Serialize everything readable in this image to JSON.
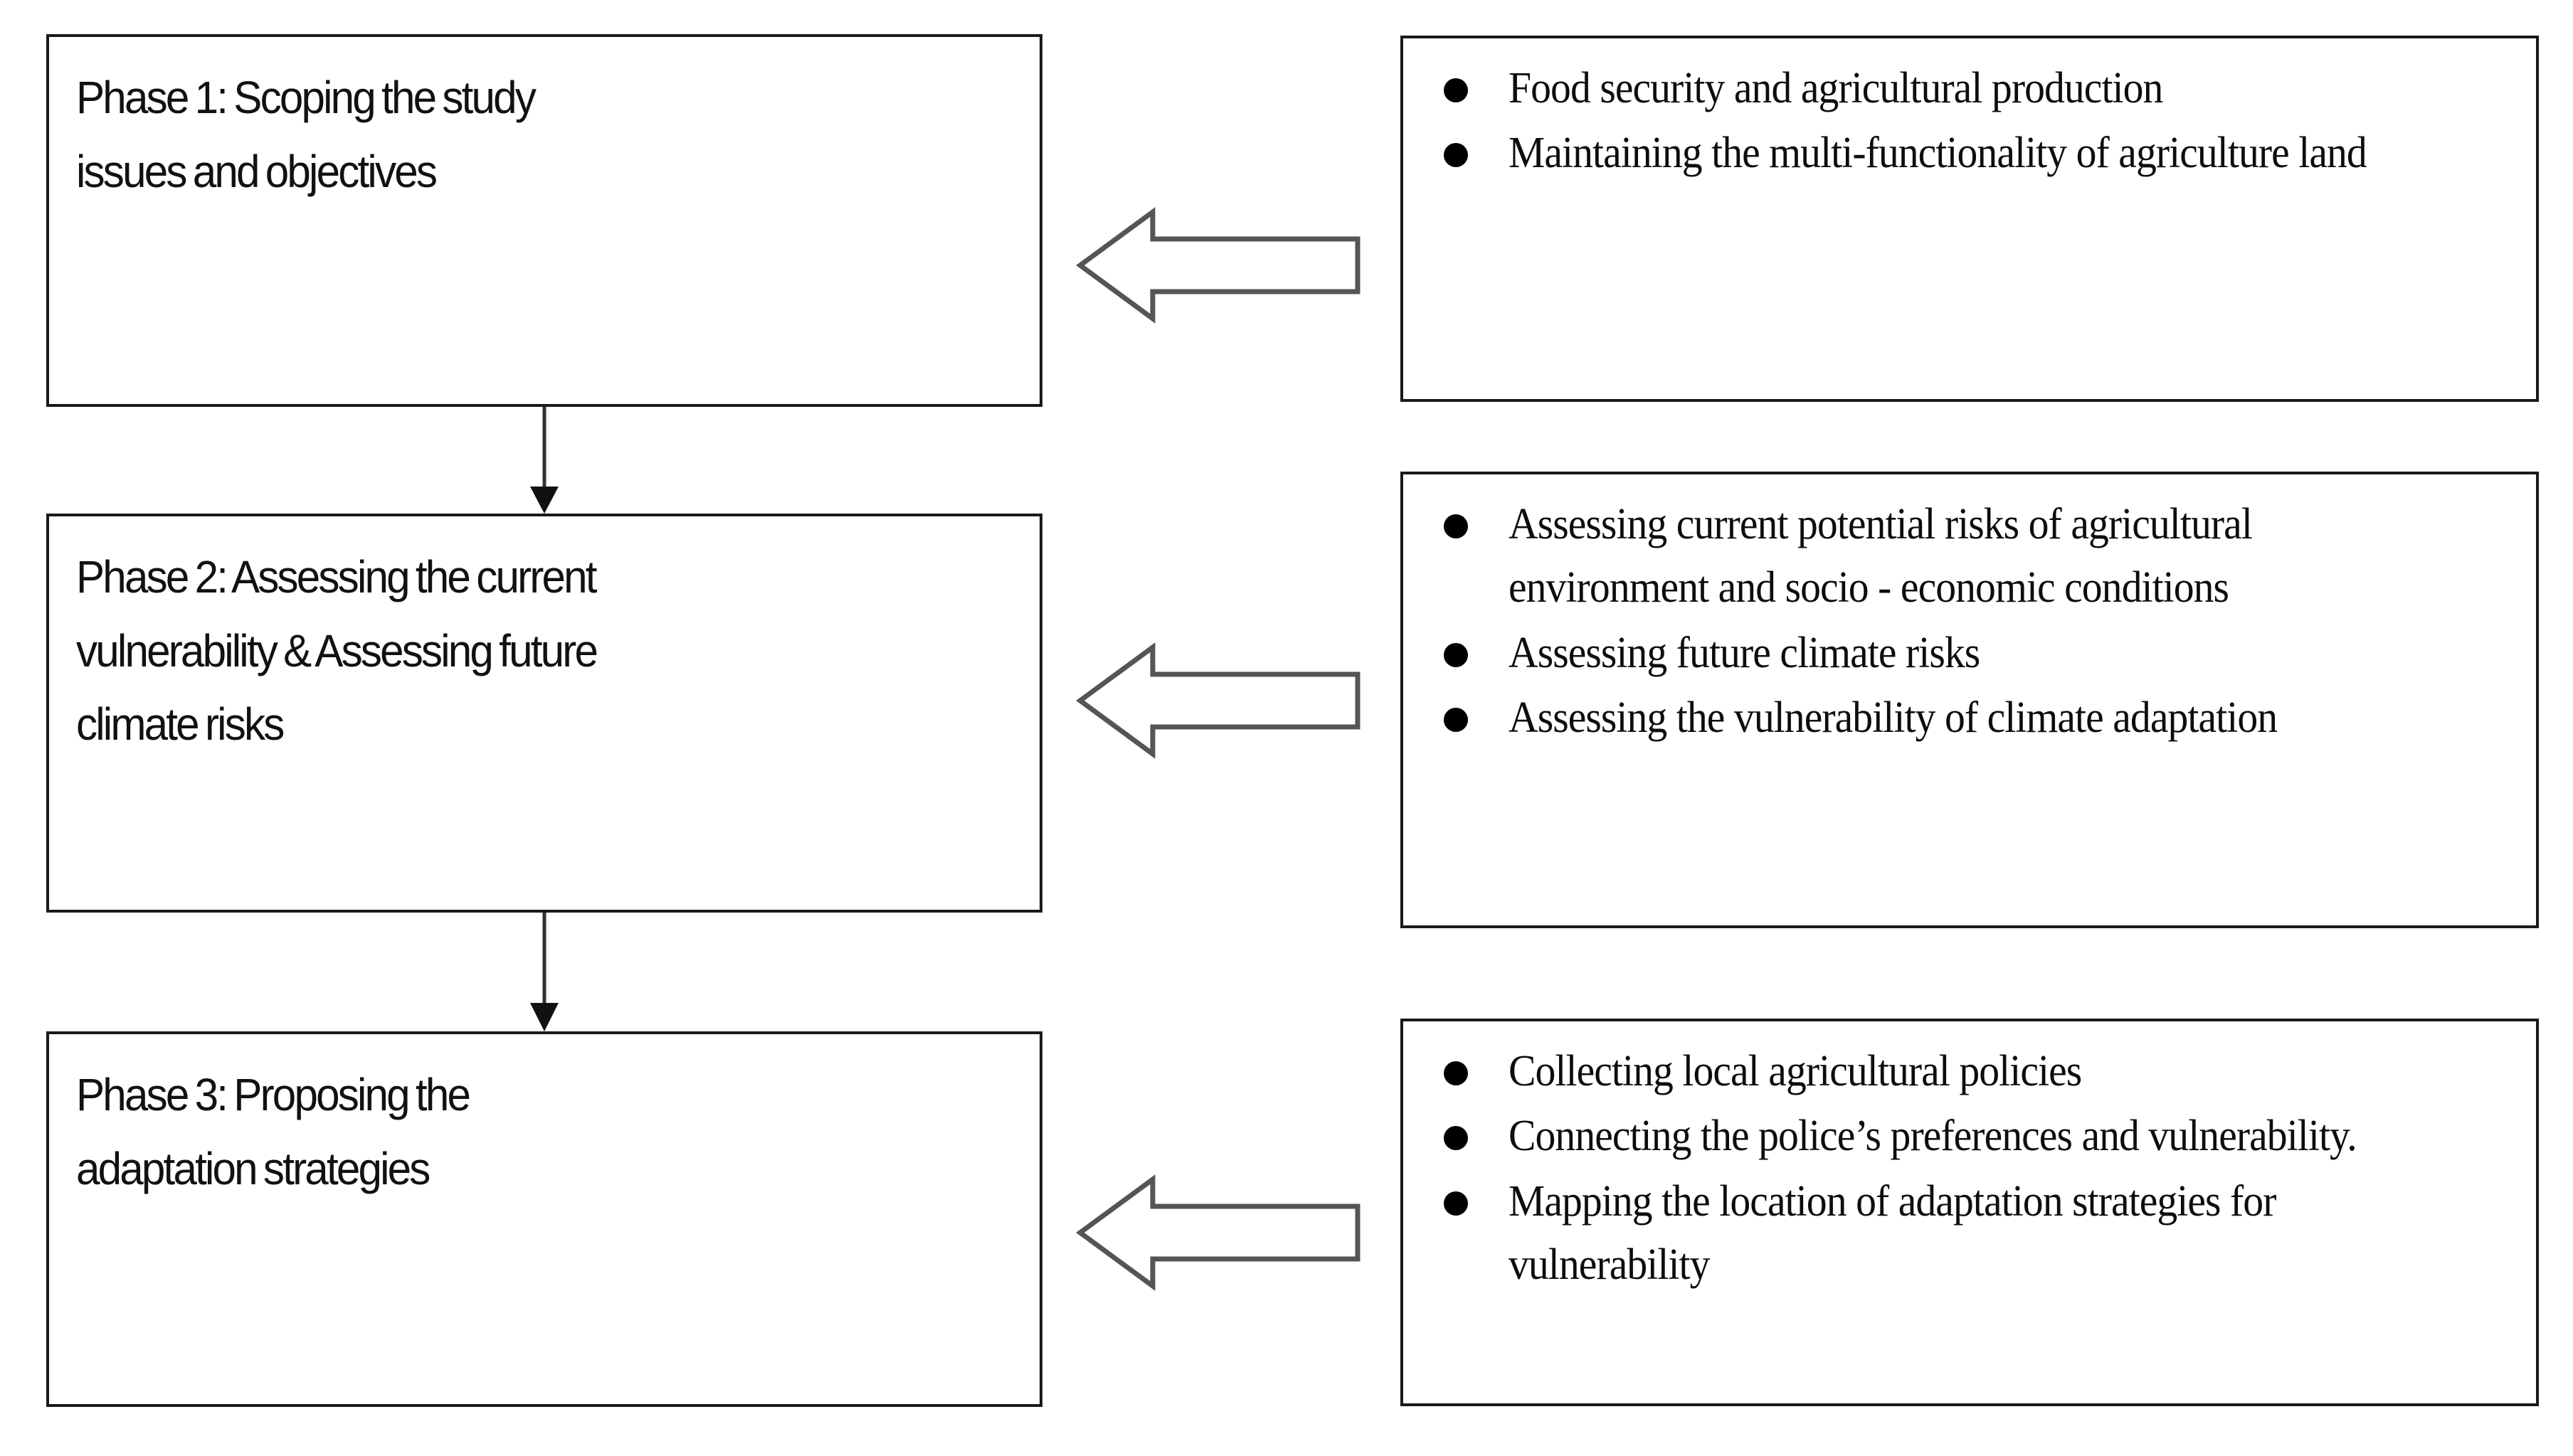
{
  "diagram": {
    "title": "Three-phase climate adaptation study framework",
    "colors": {
      "box_border": "#1a1a1a",
      "arrow_outline": "#555555",
      "connector": "#333333",
      "bullet": "#000000",
      "background": "#ffffff"
    }
  },
  "phases": [
    {
      "id": "phase-1",
      "label": "Phase 1: Scoping the study\nissues and objectives"
    },
    {
      "id": "phase-2",
      "label": "Phase 2: Assessing the current\nvulnerability & Assessing future\nclimate risks"
    },
    {
      "id": "phase-3",
      "label": "Phase 3: Proposing the\nadaptation strategies"
    }
  ],
  "detail_boxes": [
    {
      "id": "details-1",
      "bullets": [
        "Food security and agricultural production",
        "Maintaining the multi-functionality of agriculture land"
      ]
    },
    {
      "id": "details-2",
      "bullets": [
        "Assessing current potential risks of agricultural environment and socio - economic conditions",
        "Assessing future climate risks",
        "Assessing the vulnerability of climate adaptation"
      ]
    },
    {
      "id": "details-3",
      "bullets": [
        "Collecting local agricultural policies",
        "Connecting the police’s preferences and vulnerability.",
        "Mapping the location of adaptation strategies for vulnerability"
      ]
    }
  ],
  "arrows": {
    "feed_arrow_name": "left-pointing-block-arrow",
    "connector_name": "down-flow-arrow",
    "bullet_glyph": "●"
  }
}
